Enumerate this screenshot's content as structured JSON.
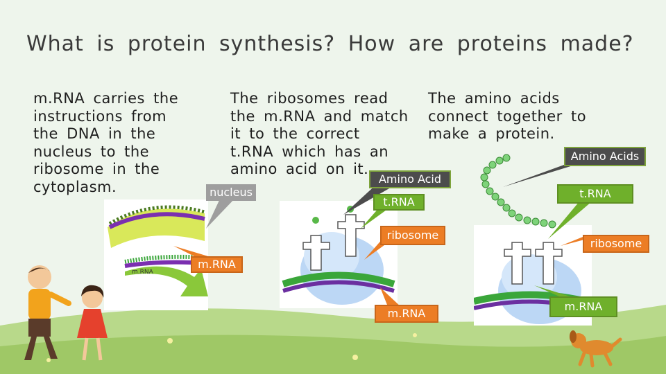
{
  "title": "What is protein synthesis?  How are proteins made?",
  "columns": [
    "m.RNA carries the instructions from the DNA in the nucleus to the ribosome in the cytoplasm.",
    "The ribosomes read the m.RNA and match it to the correct t.RNA which has an amino acid on it.",
    "The amino acids connect together to make a protein."
  ],
  "labels": {
    "nucleus": "nucleus",
    "mrna_1": "m.RNA",
    "mrna_inner": "m.RNA",
    "amino_acid": "Amino Acid",
    "trna_1": "t.RNA",
    "ribosome_1": "ribosome",
    "mrna_2": "m.RNA",
    "amino_acids": "Amino Acids",
    "trna_2": "t.RNA",
    "ribosome_2": "ribosome",
    "mrna_3": "m.RNA"
  },
  "colors": {
    "label_dark": "#4c4c4c",
    "label_green": "#6fb02b",
    "label_orange": "#ec7d25",
    "grass": "#a8cf6a"
  }
}
